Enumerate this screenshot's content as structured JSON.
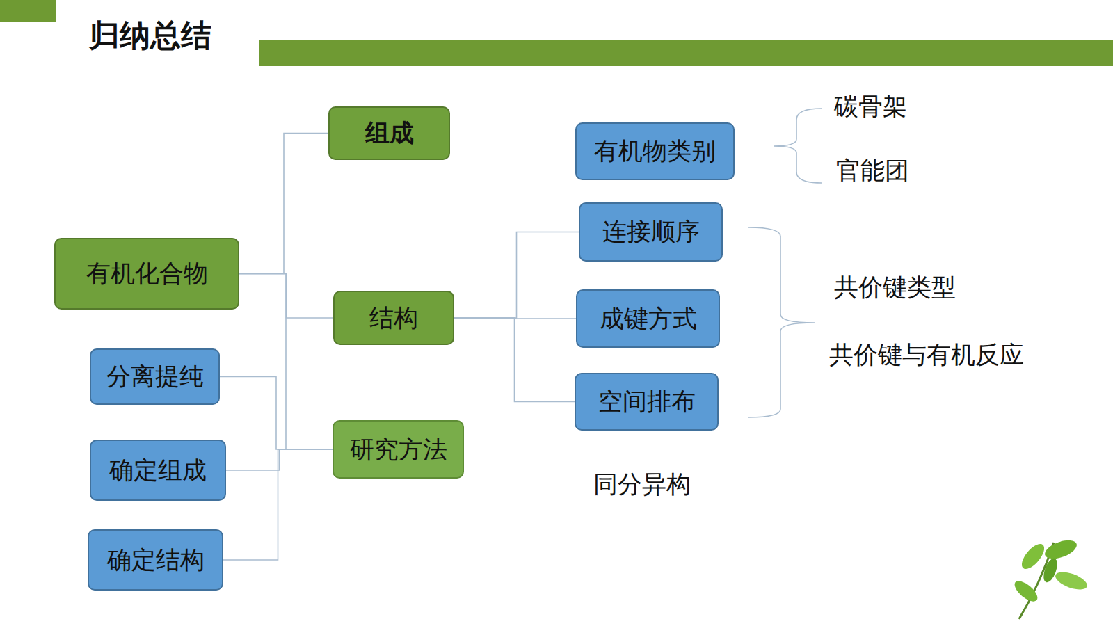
{
  "diagram": {
    "title": "归纳总结",
    "nodes": [
      {
        "text": [
          "有机化合物"
        ]
      },
      {
        "text": [
          "组成"
        ]
      },
      {
        "text": [
          "有机物类别"
        ]
      },
      {
        "text": [
          "结构"
        ]
      },
      {
        "text": [
          "连接顺序"
        ]
      },
      {
        "text": [
          "成键方式"
        ]
      },
      {
        "text": [
          "空间排布"
        ]
      },
      {
        "text": [
          "研究方法"
        ]
      },
      {
        "text": [
          "分离提纯"
        ]
      },
      {
        "text": [
          "确定组成"
        ]
      },
      {
        "text": [
          "确定结构"
        ]
      }
    ],
    "edges": [
      {
        "from": 0,
        "to": 1,
        "arrow": "none"
      },
      {
        "from": 0,
        "to": 3,
        "arrow": "none"
      },
      {
        "from": 0,
        "to": 7,
        "arrow": "none"
      },
      {
        "from": 3,
        "to": 4,
        "arrow": "none"
      },
      {
        "from": 3,
        "to": 5,
        "arrow": "none"
      },
      {
        "from": 3,
        "to": 6,
        "arrow": "none"
      },
      {
        "from": 7,
        "to": 8,
        "arrow": "none"
      },
      {
        "from": 7,
        "to": 9,
        "arrow": "none"
      },
      {
        "from": 7,
        "to": 10,
        "arrow": "none"
      }
    ],
    "labels": [
      "碳骨架",
      "官能团",
      "共价键类型",
      "共价键与有机反应",
      "同分异构"
    ]
  }
}
